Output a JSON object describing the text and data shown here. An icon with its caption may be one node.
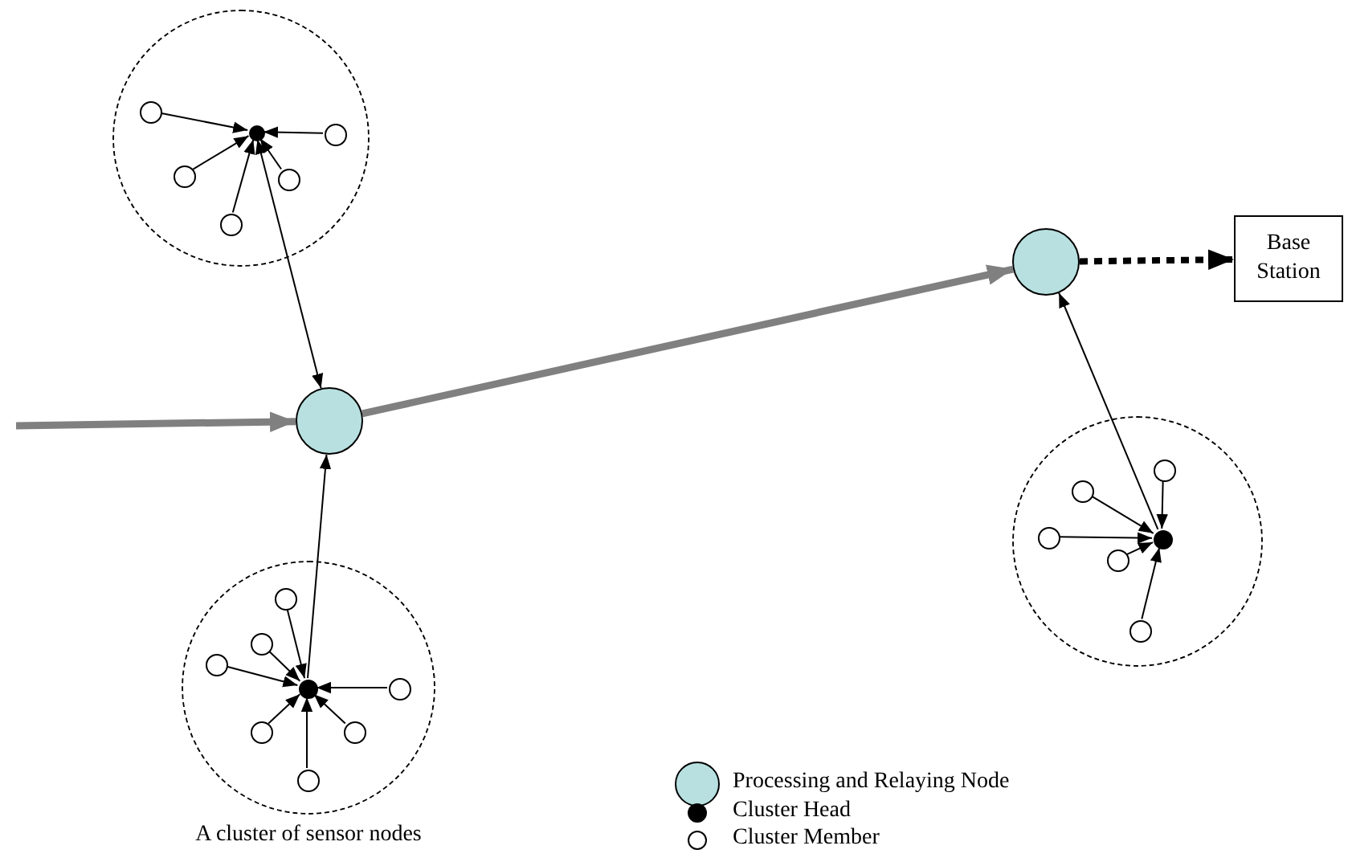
{
  "diagram": {
    "nodes": [
      {
        "text": [],
        "shape": "circle"
      },
      {
        "text": [],
        "shape": "circle",
        "in": 0
      },
      {
        "text": [],
        "shape": "circle",
        "in": 0
      },
      {
        "text": [],
        "shape": "circle",
        "in": 0
      },
      {
        "text": [],
        "shape": "circle",
        "in": 0
      },
      {
        "text": [],
        "shape": "circle",
        "in": 0
      },
      {
        "text": [],
        "shape": "circle",
        "in": 0
      },
      {
        "text": [],
        "shape": "circle"
      },
      {
        "text": [],
        "shape": "circle"
      },
      {
        "text": [
          "Base Station"
        ]
      },
      {
        "text": [],
        "shape": "circle"
      },
      {
        "text": [],
        "shape": "circle",
        "in": 10
      },
      {
        "text": [],
        "shape": "circle",
        "in": 10
      },
      {
        "text": [],
        "shape": "circle",
        "in": 10
      },
      {
        "text": [],
        "shape": "circle",
        "in": 10
      },
      {
        "text": [],
        "shape": "circle",
        "in": 10
      },
      {
        "text": [],
        "shape": "circle",
        "in": 10
      },
      {
        "text": [],
        "shape": "circle",
        "beside": [
          "A cluster of sensor nodes"
        ]
      },
      {
        "text": [],
        "shape": "circle",
        "in": 17
      },
      {
        "text": [],
        "shape": "circle",
        "in": 17
      },
      {
        "text": [],
        "shape": "circle",
        "in": 17
      },
      {
        "text": [],
        "shape": "circle",
        "in": 17
      },
      {
        "text": [],
        "shape": "circle",
        "in": 17
      },
      {
        "text": [],
        "shape": "circle",
        "in": 17
      },
      {
        "text": [],
        "shape": "circle",
        "in": 17
      },
      {
        "text": [],
        "shape": "circle",
        "in": 17
      }
    ],
    "edges": [
      {
        "from": 2,
        "to": 1,
        "arrow": "to"
      },
      {
        "from": 3,
        "to": 1,
        "arrow": "to"
      },
      {
        "from": 4,
        "to": 1,
        "arrow": "to"
      },
      {
        "from": 5,
        "to": 1,
        "arrow": "to"
      },
      {
        "from": 6,
        "to": 1,
        "arrow": "to"
      },
      {
        "from": 1,
        "to": 7,
        "arrow": "both"
      },
      {
        "from": null,
        "to": 7,
        "arrow": "to",
        "style": "thick",
        "color": "#808080"
      },
      {
        "from": 7,
        "to": 8,
        "arrow": "to",
        "style": "thick",
        "color": "#808080"
      },
      {
        "from": 8,
        "to": 9,
        "arrow": "to",
        "style": "dashed"
      },
      {
        "from": 11,
        "to": 8,
        "arrow": "to"
      },
      {
        "from": 12,
        "to": 11,
        "arrow": "to"
      },
      {
        "from": 13,
        "to": 11,
        "arrow": "to"
      },
      {
        "from": 14,
        "to": 11,
        "arrow": "to"
      },
      {
        "from": 15,
        "to": 11,
        "arrow": "to"
      },
      {
        "from": 16,
        "to": 11,
        "arrow": "to"
      },
      {
        "from": 18,
        "to": 7,
        "arrow": "to"
      },
      {
        "from": 19,
        "to": 18,
        "arrow": "to"
      },
      {
        "from": 20,
        "to": 18,
        "arrow": "to"
      },
      {
        "from": 21,
        "to": 18,
        "arrow": "to"
      },
      {
        "from": 22,
        "to": 18,
        "arrow": "to"
      },
      {
        "from": 23,
        "to": 18,
        "arrow": "to"
      },
      {
        "from": 24,
        "to": 18,
        "arrow": "to"
      },
      {
        "from": 25,
        "to": 18,
        "arrow": "to"
      }
    ],
    "legend": [
      {
        "text": "Processing and Relaying Node"
      },
      {
        "text": "Cluster Head"
      },
      {
        "text": "Cluster Member"
      }
    ]
  }
}
